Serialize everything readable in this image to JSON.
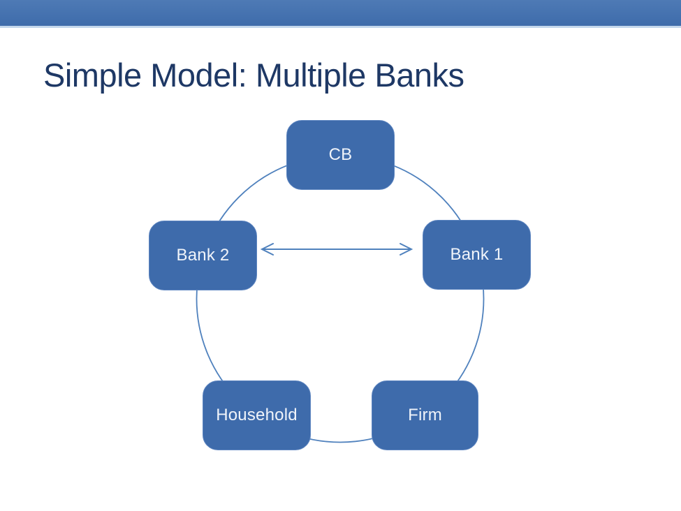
{
  "slide": {
    "title": "Simple Model: Multiple Banks"
  },
  "diagram": {
    "description": "Five entities arranged on a circle; double-headed arrow links the two banks",
    "nodes": [
      {
        "id": "cb",
        "label": "CB",
        "position": "top"
      },
      {
        "id": "bank1",
        "label": "Bank 1",
        "position": "right"
      },
      {
        "id": "firm",
        "label": "Firm",
        "position": "bottom-right"
      },
      {
        "id": "household",
        "label": "Household",
        "position": "bottom-left"
      },
      {
        "id": "bank2",
        "label": "Bank 2",
        "position": "left"
      }
    ],
    "connector": {
      "type": "double-headed-arrow",
      "from": "Bank 2",
      "to": "Bank 1"
    }
  },
  "colors": {
    "header_bar": "#4370ae",
    "header_bar_underline": "#c3d7ec",
    "title_text": "#1e3865",
    "node_fill": "#3e6bab",
    "node_text": "#f0f4fa",
    "line_stroke": "#4f81bd",
    "background": "#ffffff"
  }
}
